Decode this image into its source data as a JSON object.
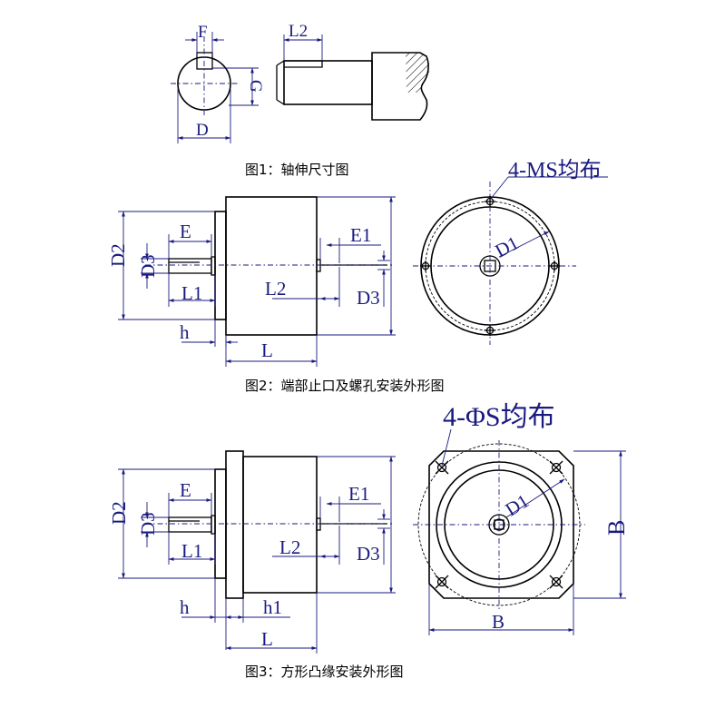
{
  "fig1": {
    "caption": "图1：轴伸尺寸图",
    "labels": {
      "F": "F",
      "G": "G",
      "D": "D",
      "L2": "L2"
    }
  },
  "fig2": {
    "caption": "图2：端部止口及螺孔安装外形图",
    "note": "4-MS均布",
    "labels": {
      "E": "E",
      "E1": "E1",
      "D2": "D2",
      "D3_left": "D3",
      "D3_right": "D3",
      "L1": "L1",
      "L2": "L2",
      "h": "h",
      "L": "L",
      "D1": "D1"
    }
  },
  "fig3": {
    "caption": "图3：方形凸缘安装外形图",
    "note": "4-ΦS均布",
    "labels": {
      "E": "E",
      "E1": "E1",
      "D2": "D2",
      "D3_left": "D3",
      "D3_right": "D3",
      "L1": "L1",
      "L2": "L2",
      "h": "h",
      "h1": "h1",
      "L": "L",
      "D1": "D1",
      "B_side": "B",
      "B_bottom": "B"
    }
  },
  "colors": {
    "outline": "#000000",
    "dimension": "#1a1a80"
  }
}
